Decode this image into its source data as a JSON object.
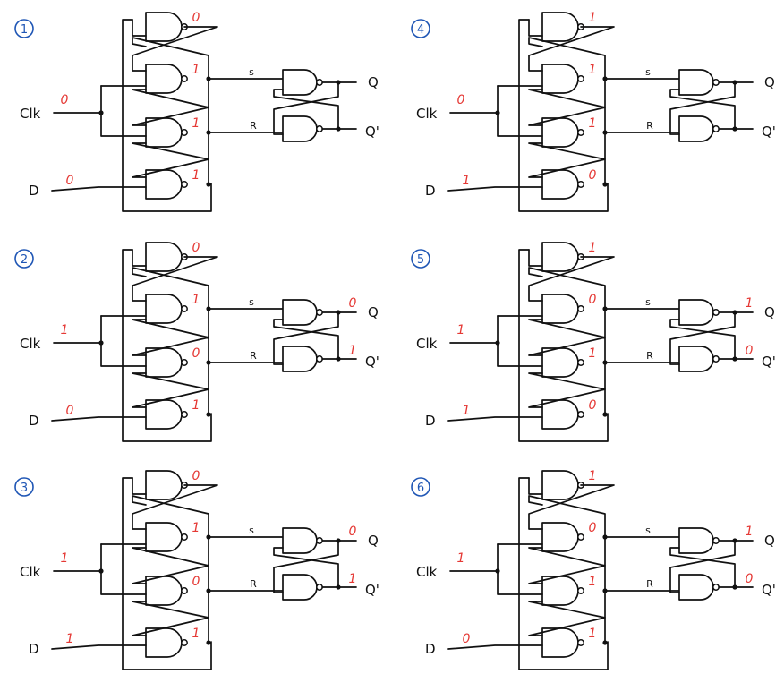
{
  "labels": {
    "clk": "Clk",
    "d": "D",
    "s": "s",
    "r": "R",
    "q": "Q",
    "qbar": "Q'"
  },
  "colors": {
    "ink": "#111111",
    "values": "#e53935",
    "step_number": "#1f56b5"
  },
  "panels": [
    {
      "step": "1",
      "clk": "0",
      "d": "0",
      "g1": "0",
      "g2": "1",
      "g3": "1",
      "g4": "1",
      "q": "",
      "qbar": ""
    },
    {
      "step": "4",
      "clk": "0",
      "d": "1",
      "g1": "1",
      "g2": "1",
      "g3": "1",
      "g4": "0",
      "q": "",
      "qbar": ""
    },
    {
      "step": "2",
      "clk": "1",
      "d": "0",
      "g1": "0",
      "g2": "1",
      "g3": "0",
      "g4": "1",
      "q": "0",
      "qbar": "1"
    },
    {
      "step": "5",
      "clk": "1",
      "d": "1",
      "g1": "1",
      "g2": "0",
      "g3": "1",
      "g4": "0",
      "q": "1",
      "qbar": "0"
    },
    {
      "step": "3",
      "clk": "1",
      "d": "1",
      "g1": "0",
      "g2": "1",
      "g3": "0",
      "g4": "1",
      "q": "0",
      "qbar": "1"
    },
    {
      "step": "6",
      "clk": "1",
      "d": "0",
      "g1": "1",
      "g2": "0",
      "g3": "1",
      "g4": "1",
      "q": "1",
      "qbar": "0"
    }
  ]
}
